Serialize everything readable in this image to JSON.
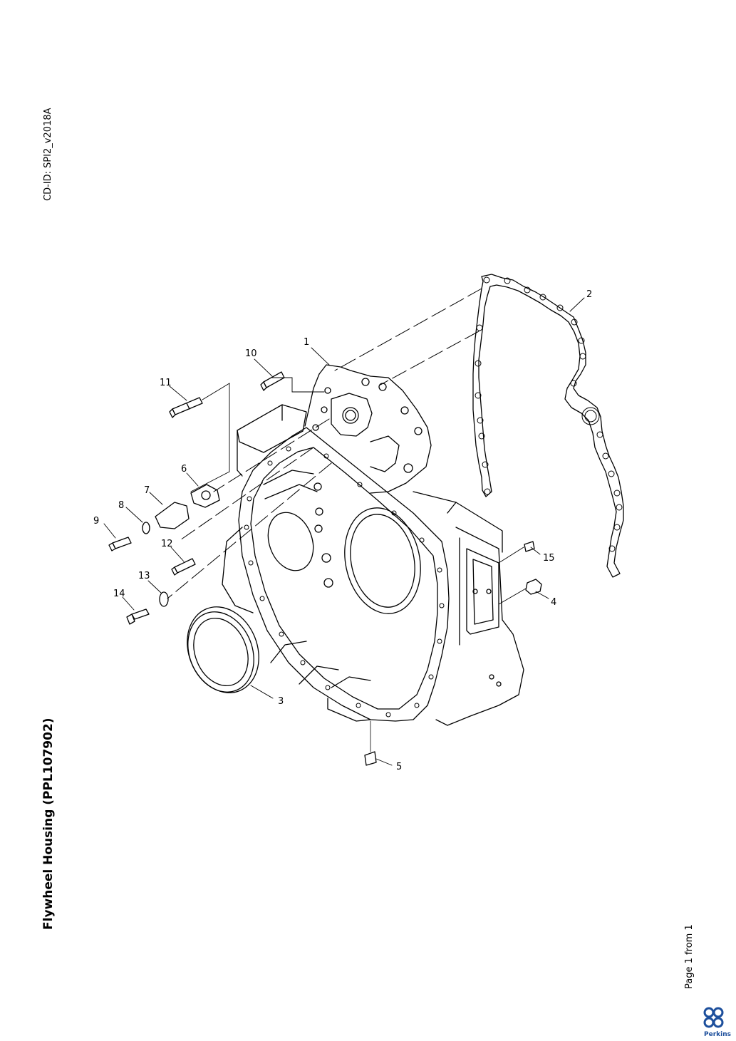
{
  "header": {
    "cd_id": "CD-ID: SPI2_v2018A"
  },
  "title": "Flywheel Housing (PPL107902)",
  "footer": {
    "page": "Page 1 from 1",
    "brand": "Perkins"
  },
  "callouts": [
    "1",
    "2",
    "3",
    "4",
    "5",
    "6",
    "7",
    "8",
    "9",
    "10",
    "11",
    "12",
    "13",
    "14",
    "15"
  ],
  "colors": {
    "line": "#000000",
    "brand": "#1d4f9c"
  }
}
